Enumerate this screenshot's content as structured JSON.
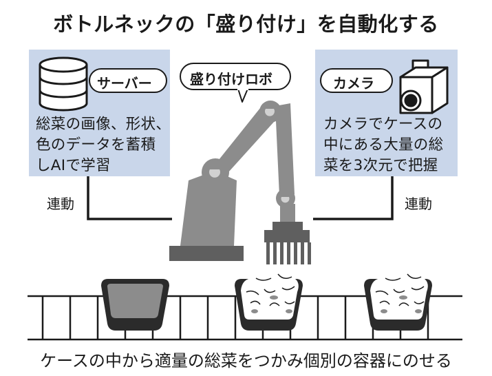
{
  "title": "ボトルネックの「盛り付け」を自動化する",
  "server": {
    "label": "サーバー",
    "icon": "database-icon",
    "lines": [
      "総菜の画像、形状、",
      "色のデータを蓄積",
      "しAIで学習"
    ]
  },
  "robot": {
    "label": "盛り付けロボ",
    "icon": "robot-arm-icon"
  },
  "camera": {
    "label": "カメラ",
    "icon": "camera-icon",
    "lines": [
      "カメラでケースの",
      "中にある大量の総",
      "菜を3次元で把握"
    ]
  },
  "links": {
    "left": "連動",
    "right": "連動"
  },
  "caption": "ケースの中から適量の総菜をつかみ個別の容器にのせる",
  "colors": {
    "panel_bg": "#c9d6ea",
    "robot_gray": "#8c8c8c",
    "robot_dark": "#5f5f5f",
    "tray_dark": "#2b2b2b",
    "line": "#1a1a1a"
  }
}
